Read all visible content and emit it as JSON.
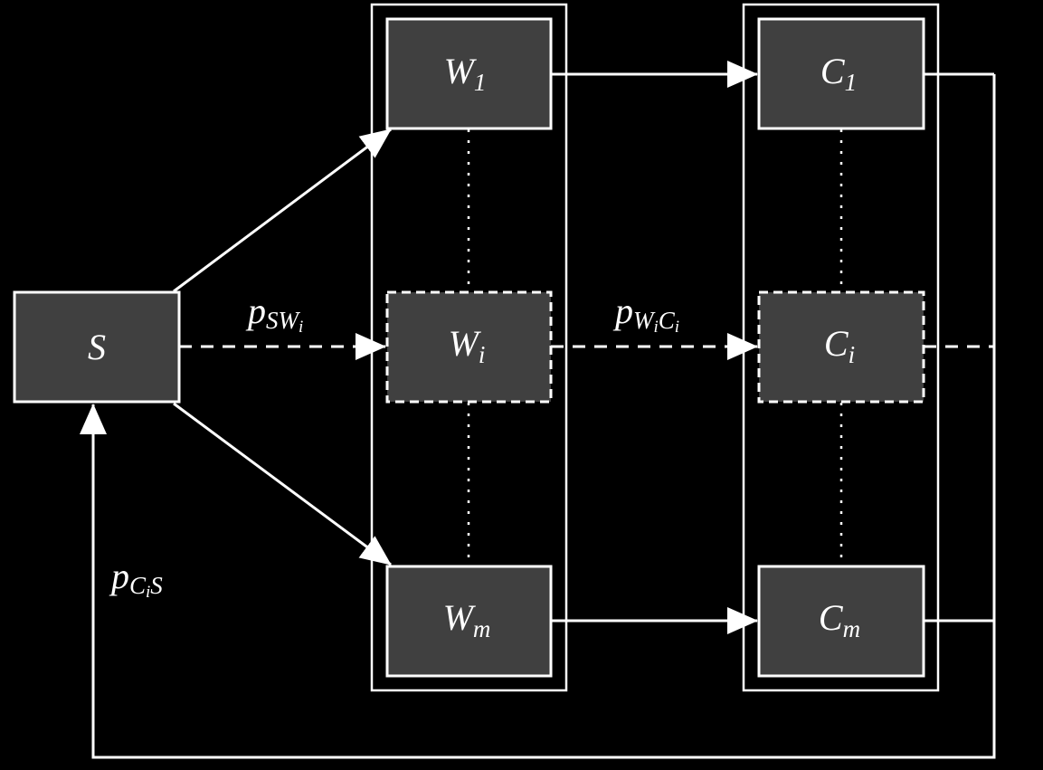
{
  "nodes": {
    "s": {
      "main": "S"
    },
    "w1": {
      "main": "W",
      "sub": "1"
    },
    "wi": {
      "main": "W",
      "sub": "i"
    },
    "wm": {
      "main": "W",
      "sub": "m"
    },
    "c1": {
      "main": "C",
      "sub": "1"
    },
    "ci": {
      "main": "C",
      "sub": "i"
    },
    "cm": {
      "main": "C",
      "sub": "m"
    }
  },
  "edge_labels": {
    "p_s_wi": {
      "main": "p",
      "sub1": "SW",
      "sub2": "i"
    },
    "p_wi_ci": {
      "main": "p",
      "sub1": "W",
      "sub1_sub": "i",
      "sub2": "C",
      "sub2_sub": "i"
    },
    "p_ci_s": {
      "main": "p",
      "sub1": "C",
      "sub1_sub": "i",
      "sub2": "S"
    }
  },
  "colors": {
    "background": "#000000",
    "node_fill": "#404040",
    "stroke": "#ffffff"
  }
}
